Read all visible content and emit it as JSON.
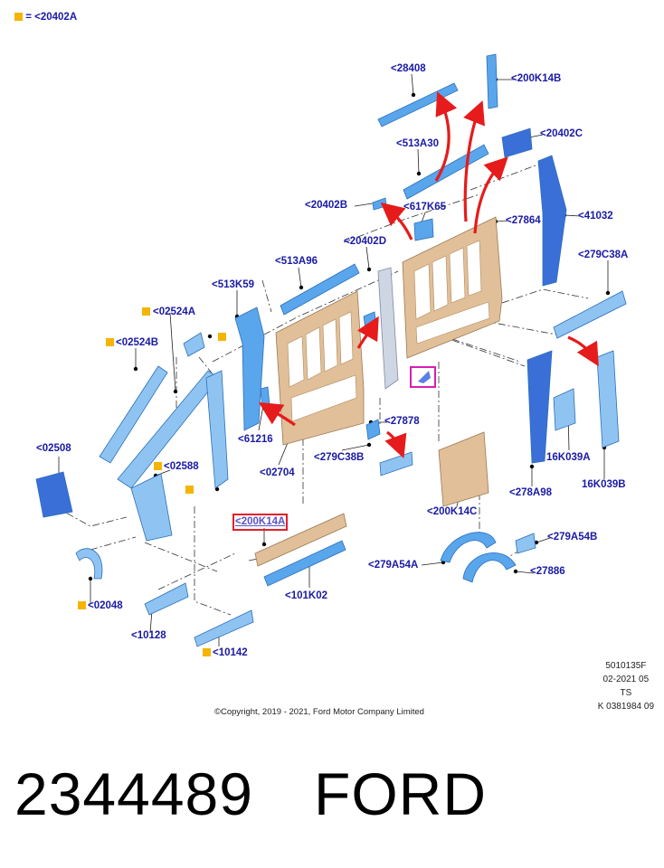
{
  "legend": {
    "equals": "=",
    "label": "<20402A"
  },
  "callouts": [
    {
      "id": "28408",
      "label": "<28408",
      "hl": false
    },
    {
      "id": "200K14B",
      "label": "<200K14B",
      "hl": false
    },
    {
      "id": "513A30",
      "label": "<513A30",
      "hl": false
    },
    {
      "id": "20402C",
      "label": "<20402C",
      "hl": false
    },
    {
      "id": "20402B",
      "label": "<20402B",
      "hl": false
    },
    {
      "id": "617K65",
      "label": "<617K65",
      "hl": false
    },
    {
      "id": "27864",
      "label": "<27864",
      "hl": false
    },
    {
      "id": "41032",
      "label": "<41032",
      "hl": false
    },
    {
      "id": "20402D",
      "label": "<20402D",
      "hl": false
    },
    {
      "id": "513A96",
      "label": "<513A96",
      "hl": false
    },
    {
      "id": "279C38A",
      "label": "<279C38A",
      "hl": false
    },
    {
      "id": "513K59",
      "label": "<513K59",
      "hl": false
    },
    {
      "id": "02524A",
      "label": "<02524A",
      "hl": false
    },
    {
      "id": "02524B",
      "label": "<02524B",
      "hl": false
    },
    {
      "id": "61216",
      "label": "<61216",
      "hl": false
    },
    {
      "id": "27878",
      "label": "<27878",
      "hl": false
    },
    {
      "id": "02508",
      "label": "<02508",
      "hl": false
    },
    {
      "id": "02588",
      "label": "<02588",
      "hl": false
    },
    {
      "id": "02704",
      "label": "<02704",
      "hl": false
    },
    {
      "id": "279C38B",
      "label": "<279C38B",
      "hl": false
    },
    {
      "id": "16K039A",
      "label": "16K039A",
      "hl": false
    },
    {
      "id": "278A98",
      "label": "<278A98",
      "hl": false
    },
    {
      "id": "16K039B",
      "label": "16K039B",
      "hl": false
    },
    {
      "id": "200K14C",
      "label": "<200K14C",
      "hl": false
    },
    {
      "id": "200K14A",
      "label": "<200K14A",
      "hl": true
    },
    {
      "id": "279A54B",
      "label": "<279A54B",
      "hl": false
    },
    {
      "id": "279A54A",
      "label": "<279A54A",
      "hl": false
    },
    {
      "id": "27886",
      "label": "<27886",
      "hl": false
    },
    {
      "id": "101K02",
      "label": "<101K02",
      "hl": false
    },
    {
      "id": "02048",
      "label": "<02048",
      "hl": false
    },
    {
      "id": "10128",
      "label": "<10128",
      "hl": false
    },
    {
      "id": "10142",
      "label": "<10142",
      "hl": false
    }
  ],
  "meta": {
    "line1": "5010135F",
    "line2": "02-2021 05",
    "line3": "TS",
    "line4": "K 0381984 09"
  },
  "copyright": "©Copyright, 2019 - 2021, Ford Motor Company Limited",
  "part_number": "2344489",
  "brand": "FORD",
  "colors": {
    "callout_text": "#1a1aa6",
    "highlight_box": "#e0202a",
    "marker_square": "#f5b400",
    "part_tan": "#e1bf98",
    "part_blue": "#5aa6ec",
    "arrow_red": "#e61b1b",
    "focus_box": "#d61fb5"
  }
}
